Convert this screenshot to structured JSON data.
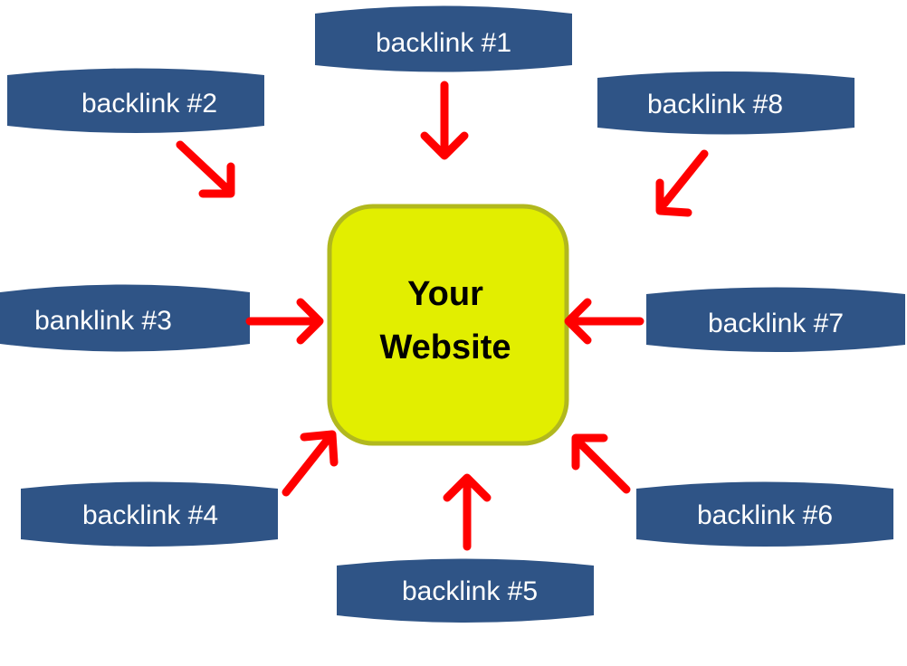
{
  "colors": {
    "background": "#ffffff",
    "node_fill": "#2f5486",
    "node_text": "#ffffff",
    "center_fill": "#e2ee00",
    "center_border": "#b1b81e",
    "center_text": "#000000",
    "arrow": "#ff0000"
  },
  "center": {
    "lines": [
      "Your",
      "Website"
    ]
  },
  "nodes": [
    {
      "id": "1",
      "label": "backlink #1"
    },
    {
      "id": "2",
      "label": "backlink #2"
    },
    {
      "id": "8",
      "label": "backlink #8"
    },
    {
      "id": "3",
      "label": "banklink #3"
    },
    {
      "id": "7",
      "label": "backlink #7"
    },
    {
      "id": "4",
      "label": "backlink #4"
    },
    {
      "id": "6",
      "label": "backlink #6"
    },
    {
      "id": "5",
      "label": "backlink #5"
    }
  ]
}
